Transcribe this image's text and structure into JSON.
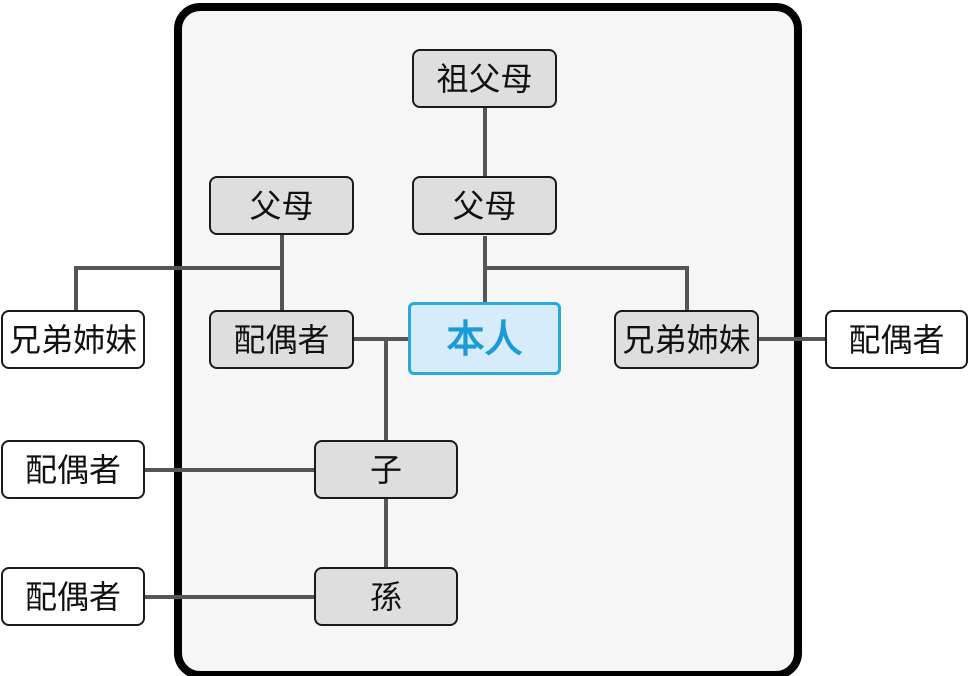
{
  "colors": {
    "frame_border": "#000000",
    "frame_fill": "#f5f6f5",
    "line": "#555555",
    "node_gray": "#dedede",
    "node_white": "#ffffff",
    "self_fill": "#d6ecfb",
    "self_border": "#29a8dd",
    "self_text": "#1a9bd6"
  },
  "nodes": {
    "grandparents": "祖父母",
    "parents_spouse_side": "父母",
    "parents": "父母",
    "spouse": "配偶者",
    "self": "本人",
    "sibling": "兄弟姉妹",
    "sibling_spouse": "配偶者",
    "spouse_sibling": "兄弟姉妹",
    "child": "子",
    "child_spouse": "配偶者",
    "grandchild": "孫",
    "grandchild_spouse": "配偶者"
  }
}
